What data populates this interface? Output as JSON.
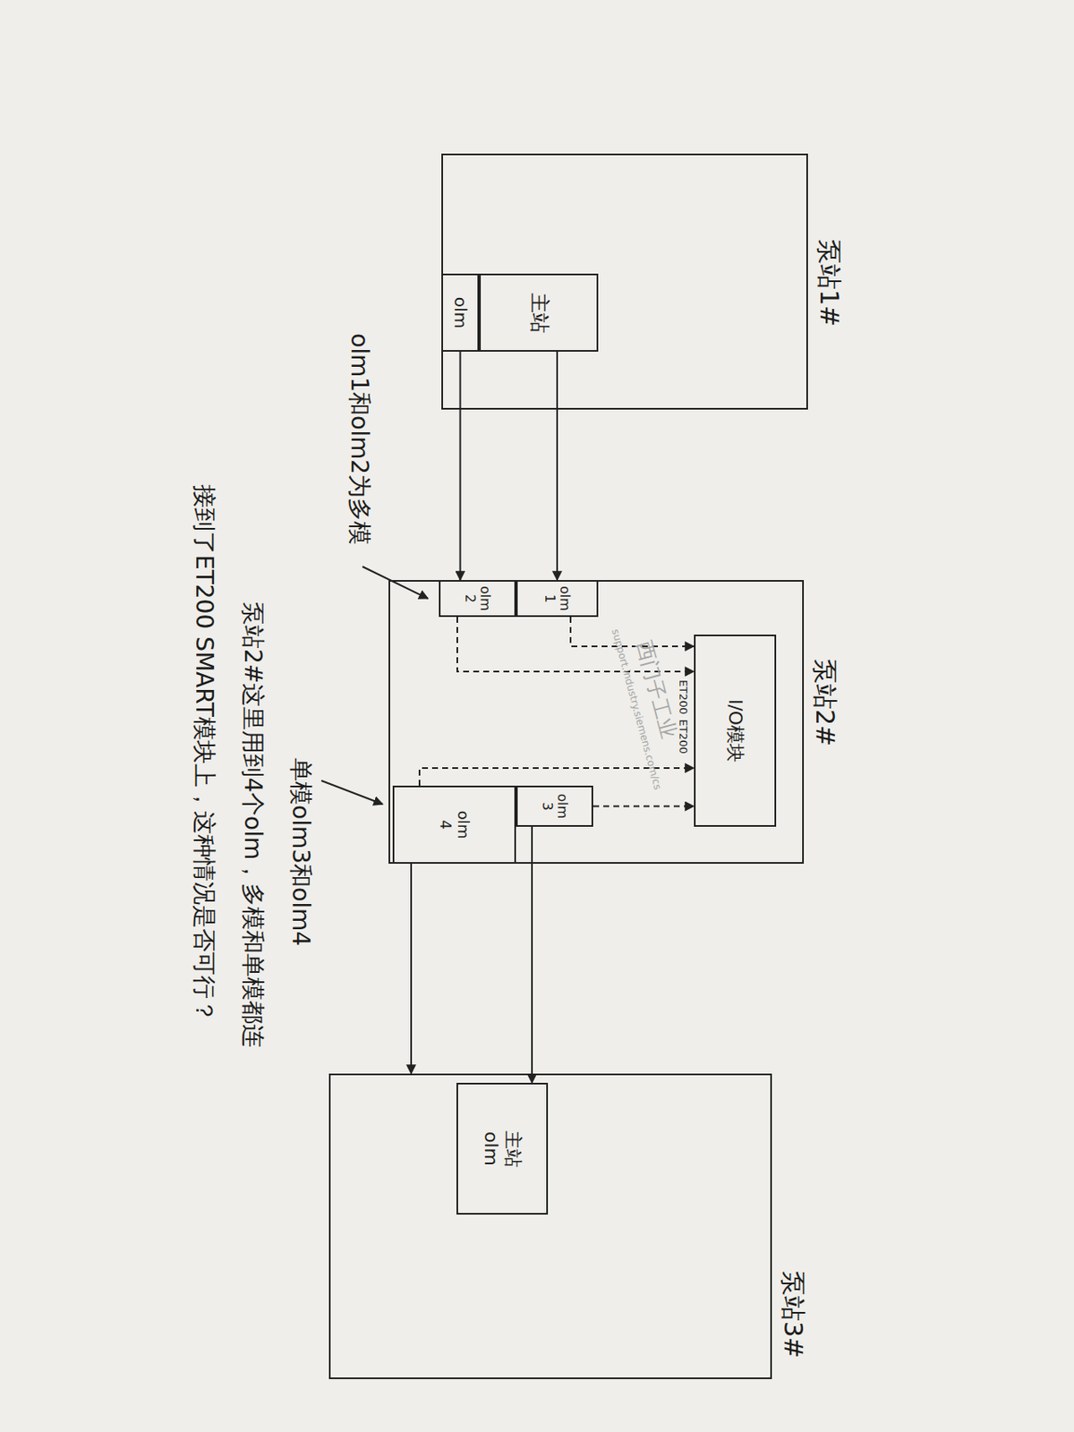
{
  "diagram": {
    "nodes": [
      {
        "text": [
          "泵站1#"
        ]
      },
      {
        "text": [
          "主站"
        ],
        "in": 0
      },
      {
        "text": [
          "olm"
        ],
        "in": 0
      },
      {
        "text": [
          "泵站2#"
        ]
      },
      {
        "text": [
          "I/O模块"
        ],
        "in": 3
      },
      {
        "text": [
          "olm",
          "1"
        ],
        "in": 3
      },
      {
        "text": [
          "olm",
          "2"
        ],
        "in": 3
      },
      {
        "text": [
          "olm",
          "3"
        ],
        "in": 3
      },
      {
        "text": [
          "olm",
          "4"
        ],
        "in": 3
      },
      {
        "text": [
          "泵站3#"
        ]
      },
      {
        "text": [
          "主站",
          "olm"
        ],
        "in": 9
      }
    ],
    "edges": [
      {
        "from": 1,
        "to": 5,
        "arrow": "to"
      },
      {
        "from": 2,
        "to": 6,
        "arrow": "to"
      },
      {
        "from": 5,
        "to": 4,
        "arrow": "to"
      },
      {
        "from": 6,
        "to": 4,
        "arrow": "to"
      },
      {
        "from": 7,
        "to": 4,
        "arrow": "to"
      },
      {
        "from": 8,
        "to": 4,
        "arrow": "to"
      },
      {
        "from": 7,
        "to": 10,
        "arrow": "to"
      },
      {
        "from": 8,
        "to": 9,
        "arrow": "to"
      }
    ],
    "labels": [
      "ET200",
      "ET200",
      "olm1和olm2为多模",
      "单模olm3和olm4",
      "泵站2#这里用到4个olm，多模和单模都连接到了ET200 SMART模块上，这种情况是否可行？",
      "西门子工业",
      "support.industry.siemens.com/cs"
    ]
  }
}
